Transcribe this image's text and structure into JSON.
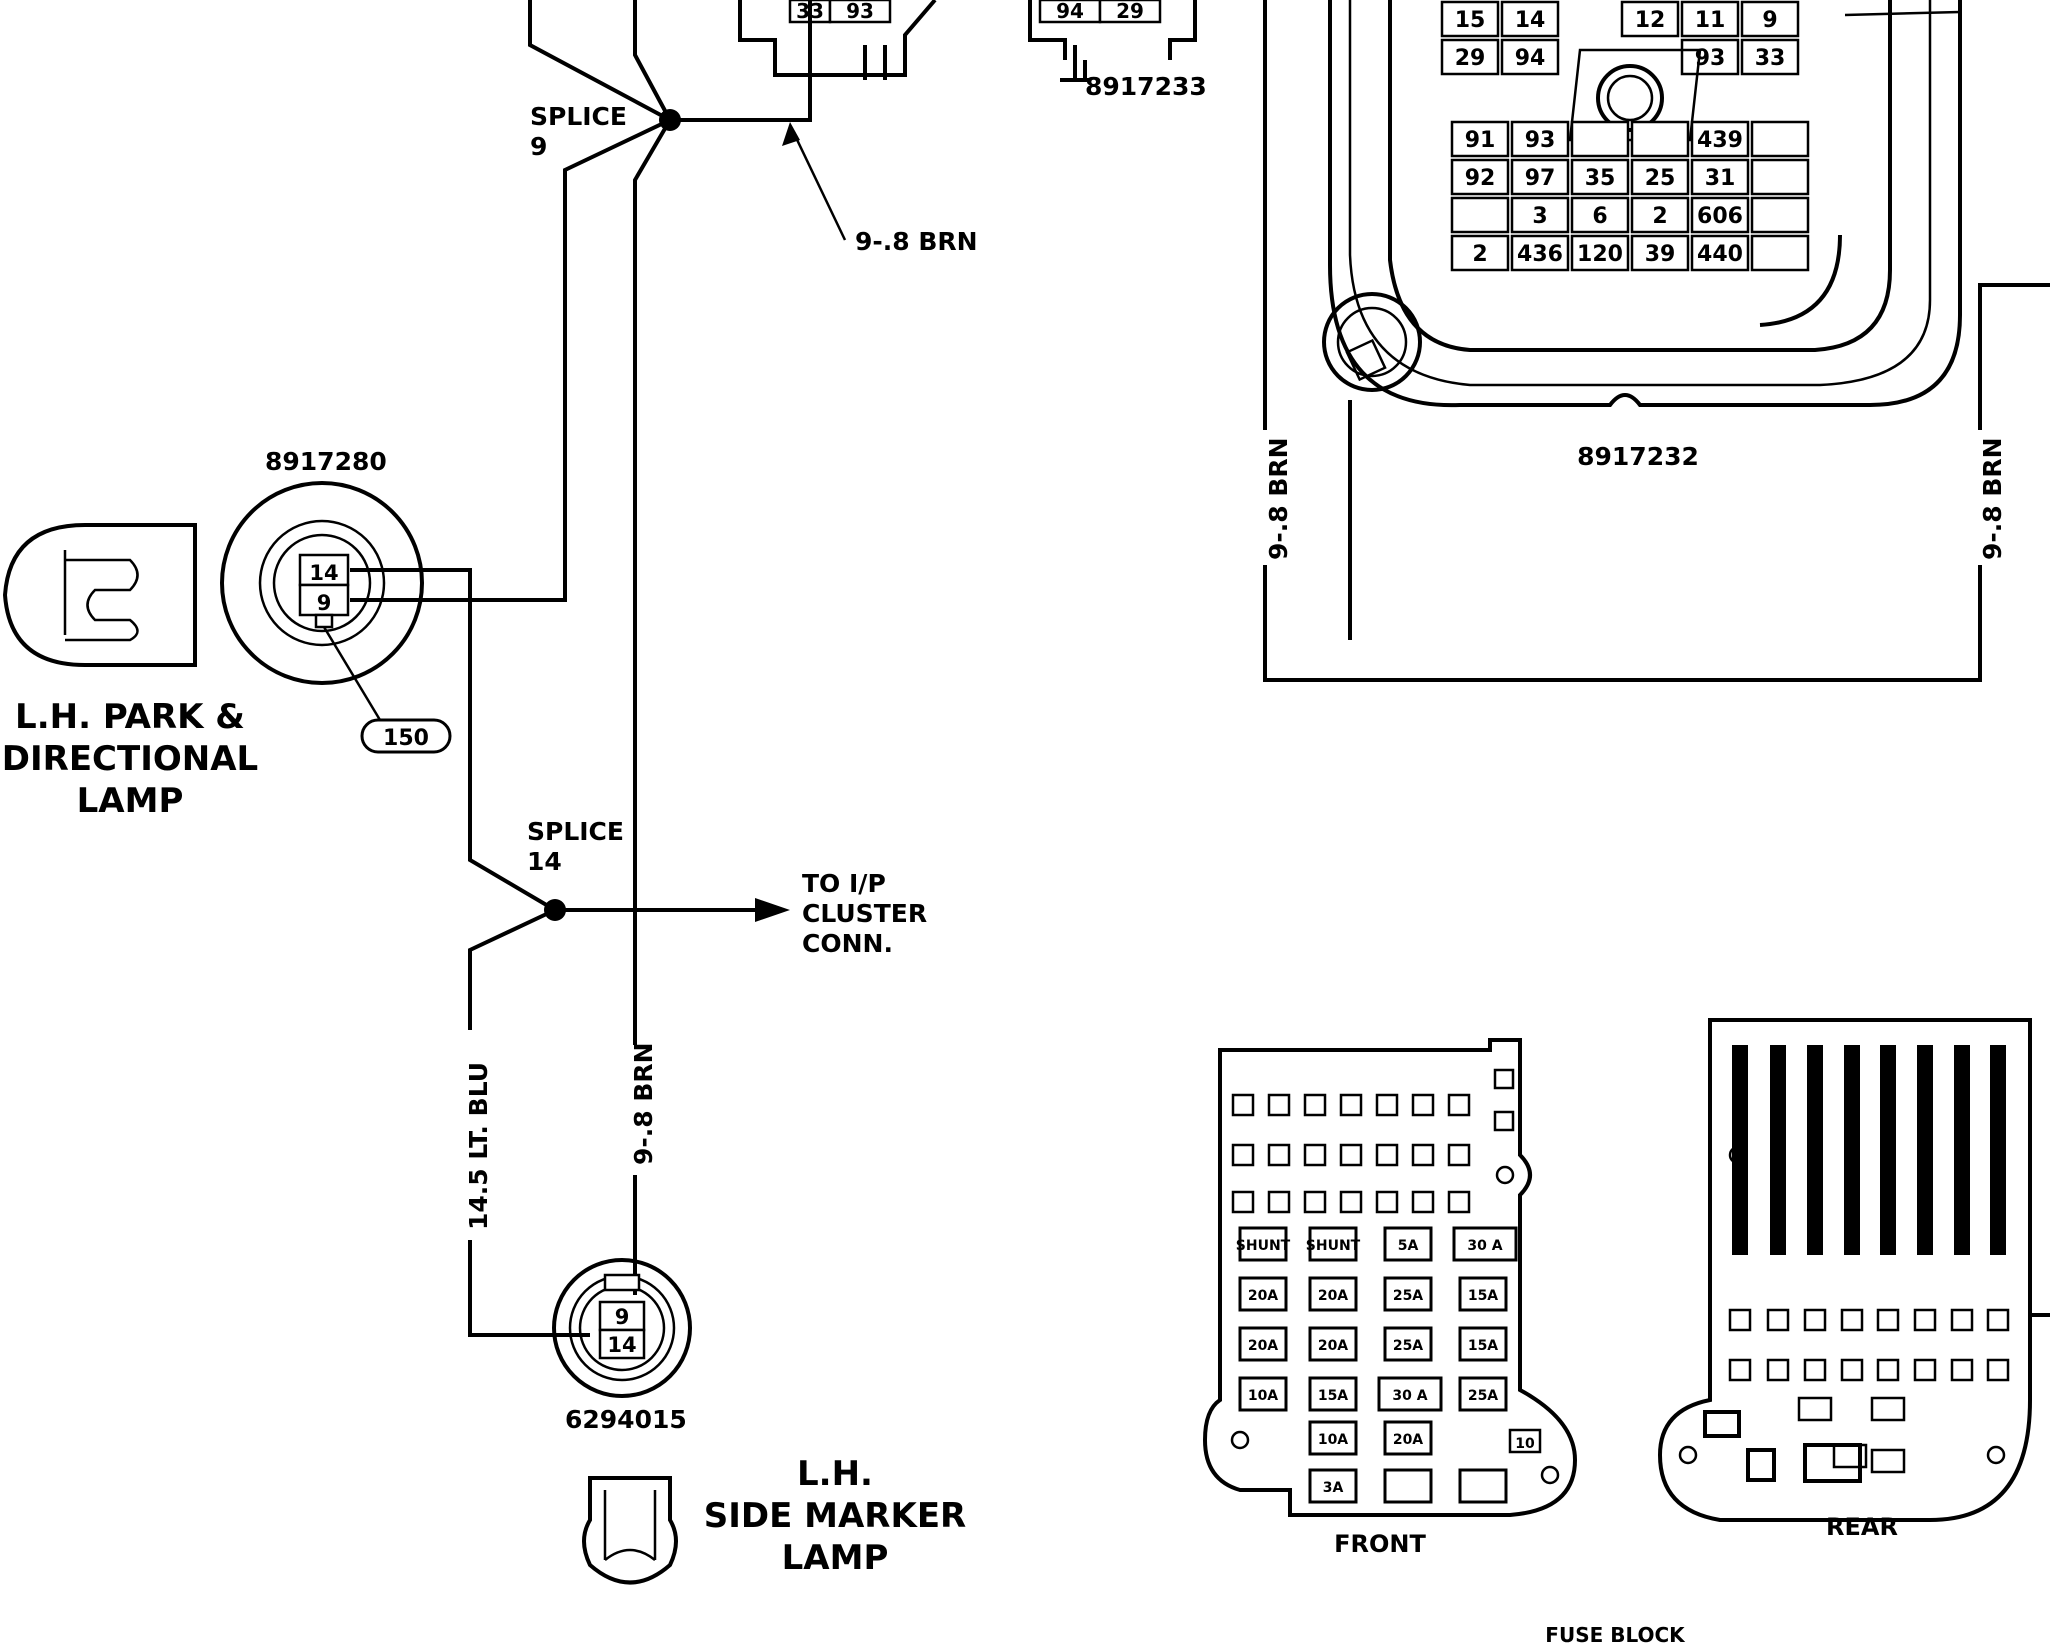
{
  "top_connector": {
    "pins_left": [
      "33",
      "93"
    ],
    "pins_right": [
      "94",
      "29"
    ],
    "part_number": "8917233"
  },
  "splice_9": {
    "label": "SPLICE",
    "number": "9"
  },
  "splice_14": {
    "label": "SPLICE",
    "number": "14"
  },
  "wires": {
    "top_branch": "9-.8 BRN",
    "left_vertical": "9-.8 BRN",
    "right_vertical": "9-.8 BRN",
    "lower_brn": "9-.8 BRN",
    "lower_blu": "14.5 LT. BLU"
  },
  "park_lamp": {
    "part_number": "8917280",
    "pin_top": "14",
    "pin_bottom": "9",
    "ref": "150",
    "label_lines": [
      "L.H. PARK &",
      "DIRECTIONAL",
      "LAMP"
    ]
  },
  "cluster_arrow": {
    "label_lines": [
      "TO I/P",
      "CLUSTER",
      "CONN."
    ]
  },
  "side_marker": {
    "part_number": "6294015",
    "pin_top": "9",
    "pin_bottom": "14",
    "label_lines": [
      "L.H.",
      "SIDE MARKER",
      "LAMP"
    ]
  },
  "main_connector": {
    "part_number": "8917232",
    "grid_top": [
      [
        "15",
        "14",
        "",
        "12",
        "11",
        "9"
      ],
      [
        "29",
        "94",
        "",
        "",
        "93",
        "33"
      ]
    ],
    "grid_bottom": [
      [
        "91",
        "93",
        "",
        "",
        "439",
        ""
      ],
      [
        "92",
        "97",
        "35",
        "25",
        "31",
        ""
      ],
      [
        "",
        "3",
        "6",
        "2",
        "606",
        ""
      ],
      [
        "2",
        "436",
        "120",
        "39",
        "440",
        ""
      ]
    ]
  },
  "fuse_block": {
    "title": "FUSE BLOCK",
    "front_label": "FRONT",
    "rear_label": "REAR",
    "front_fuses": [
      [
        "SHUNT",
        "SHUNT",
        "5A",
        "30 A"
      ],
      [
        "20A",
        "20A",
        "25A",
        "15A"
      ],
      [
        "20A",
        "20A",
        "25A",
        "15A"
      ],
      [
        "10A",
        "15A",
        "30 A",
        "25A"
      ],
      [
        "",
        "10A",
        "20A",
        ""
      ],
      [
        "",
        "3A",
        "",
        ""
      ]
    ],
    "front_side_tag": "10"
  }
}
